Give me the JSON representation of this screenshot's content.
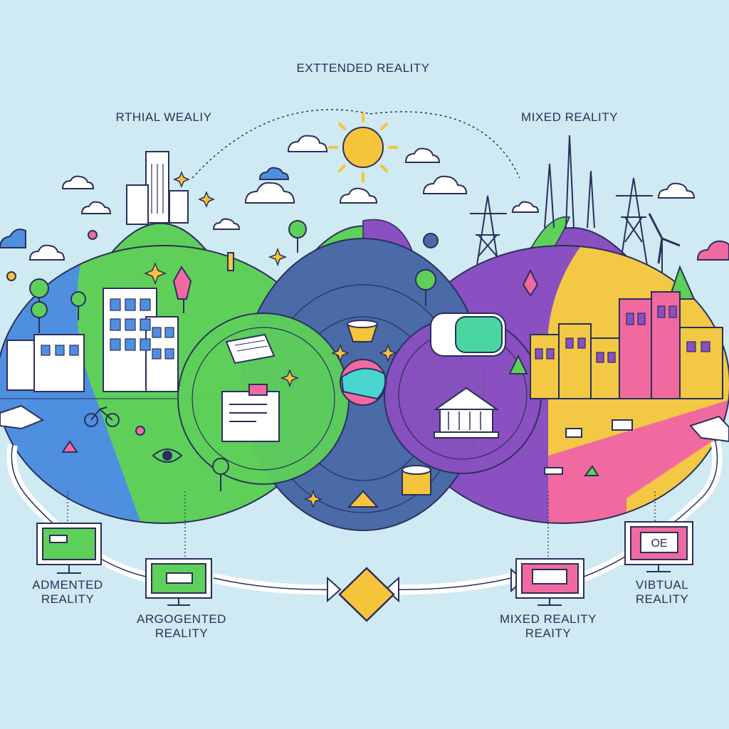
{
  "labels": {
    "top_center": "EXTTENDED REALITY",
    "top_left": "RTHIAL WEALIY",
    "top_right": "MIXED REALITY",
    "bottom_1": [
      "ADMENTED",
      "REALITY"
    ],
    "bottom_2": [
      "ARGOGENTED",
      "REALITY"
    ],
    "bottom_3": [
      "MIXED REALITY",
      "REAITY"
    ],
    "bottom_4": [
      "VIBTUAL",
      "REALITY"
    ],
    "screen_text": "OE"
  },
  "colors": {
    "background": "#cfeaf2",
    "blue": "#4f8fe0",
    "green": "#5ed05a",
    "navy": "#4a6aa8",
    "purple": "#8a4fc0",
    "yellow": "#f2c845",
    "pink": "#f06aa0",
    "outline": "#2b2f5c",
    "sun": "#f6c43a"
  },
  "icons": [
    "sun-icon",
    "cloud-icon",
    "city-buildings-icon",
    "power-tower-icon",
    "wind-turbine-icon",
    "vr-headset-icon",
    "globe-icon",
    "keyboard-icon",
    "monitor-icon",
    "diamond-icon",
    "arrow-icon",
    "eye-icon",
    "tree-icon",
    "sparkle-icon",
    "museum-icon",
    "bicycle-icon"
  ]
}
